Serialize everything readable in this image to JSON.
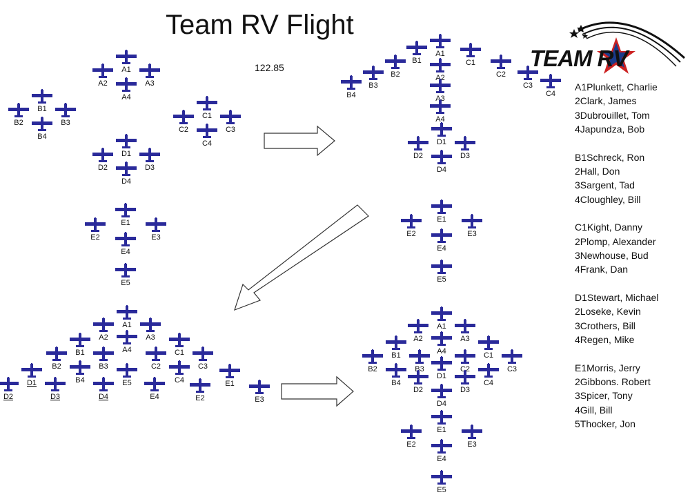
{
  "title": "Team RV Flight",
  "frequency": "122.85",
  "logo": {
    "text": "TEAM RV"
  },
  "plane_labels": {
    "A1": "A1",
    "A2": "A2",
    "A3": "A3",
    "A4": "A4",
    "B1": "B1",
    "B2": "B2",
    "B3": "B3",
    "B4": "B4",
    "C1": "C1",
    "C2": "C2",
    "C3": "C3",
    "C4": "C4",
    "D1": "D1",
    "D2": "D2",
    "D3": "D3",
    "D4": "D4",
    "E1": "E1",
    "E2": "E2",
    "E3": "E3",
    "E4": "E4",
    "E5": "E5"
  },
  "roster": [
    [
      "A1Plunkett, Charlie",
      "2Clark, James",
      "3Dubrouillet, Tom",
      "4Japundza, Bob"
    ],
    [
      "B1Schreck, Ron",
      "2Hall, Don",
      "3Sargent, Tad",
      "4Cloughley, Bill"
    ],
    [
      "C1Kight, Danny",
      "2Plomp, Alexander",
      "3Newhouse, Bud",
      "4Frank, Dan"
    ],
    [
      "D1Stewart, Michael",
      "2Loseke, Kevin",
      "3Crothers, Bill",
      "4Regen, Mike"
    ],
    [
      "E1Morris, Jerry",
      "2Gibbons. Robert",
      "3Spicer, Tony",
      "4Gill, Bill",
      "5Thocker, Jon"
    ]
  ],
  "colors": {
    "plane": "#2a2a9a",
    "text": "#111111",
    "logo_red": "#cc2222",
    "logo_blue": "#1a3a8a"
  }
}
